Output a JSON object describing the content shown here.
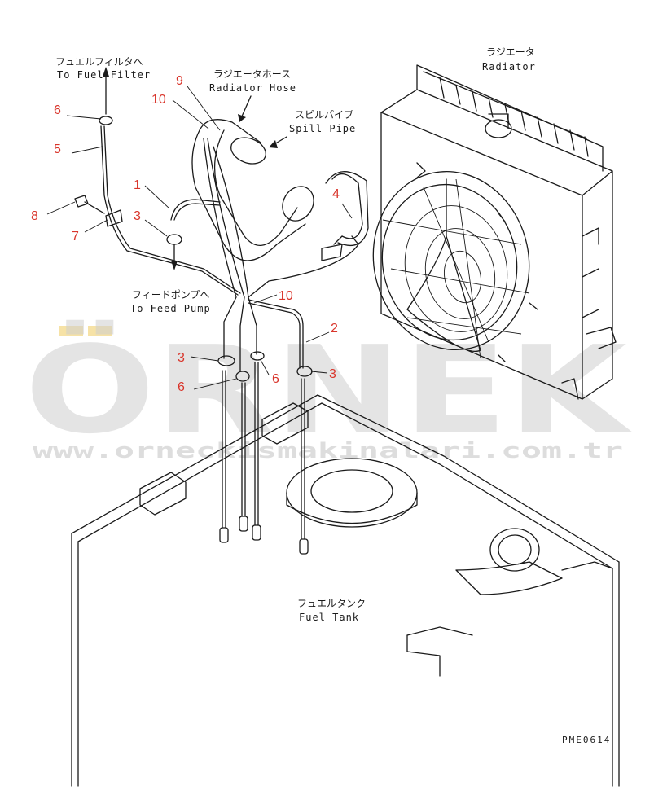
{
  "diagram": {
    "labels": {
      "fuel_filter_jp": "フュエルフィルタへ",
      "fuel_filter_en": "To Fuel Filter",
      "radiator_hose_jp": "ラジエータホース",
      "radiator_hose_en": "Radiator Hose",
      "spill_pipe_jp": "スピルパイプ",
      "spill_pipe_en": "Spill Pipe",
      "radiator_jp": "ラジエータ",
      "radiator_en": "Radiator",
      "feed_pump_jp": "フィードポンプへ",
      "feed_pump_en": "To Feed Pump",
      "fuel_tank_jp": "フュエルタンク",
      "fuel_tank_en": "Fuel Tank"
    },
    "callouts": {
      "c6a": "6",
      "c5": "5",
      "c8": "8",
      "c7": "7",
      "c1": "1",
      "c3a": "3",
      "c10a": "10",
      "c9": "9",
      "c4": "4",
      "c10b": "10",
      "c2": "2",
      "c3b": "3",
      "c6b": "6",
      "c6c": "6",
      "c3c": "3"
    },
    "drawing_code": "PME0614"
  },
  "watermark": {
    "brand": "ÖRNEK",
    "url": "www.orneckismakinalari.com.tr",
    "accent_color": "#f2d680"
  },
  "colors": {
    "line": "#1a1a1a",
    "callout": "#d9352b"
  }
}
